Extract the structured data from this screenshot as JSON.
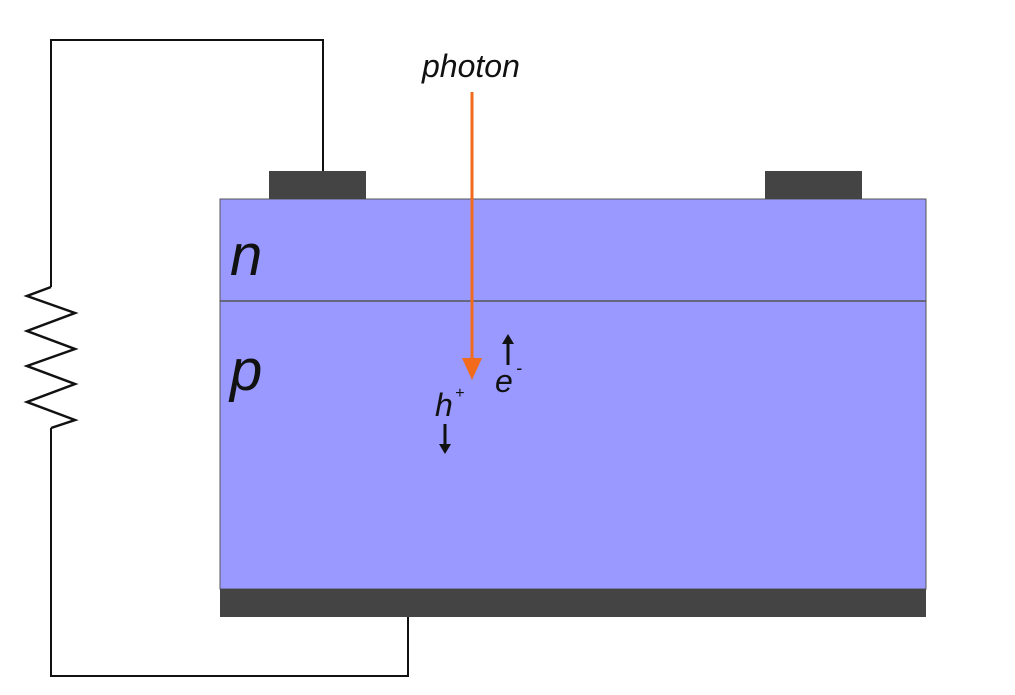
{
  "labels": {
    "photon": "photon",
    "n_region": "n",
    "p_region": "p",
    "hole": "h",
    "hole_sup": "+",
    "electron": "e",
    "electron_sup": "-"
  },
  "colors": {
    "semiconductor": "#9999ff",
    "contact": "#444444",
    "photon": "#f26a1b",
    "wire": "#111111"
  }
}
